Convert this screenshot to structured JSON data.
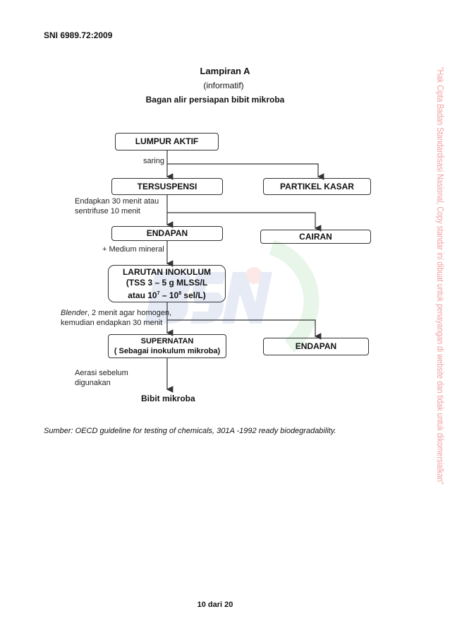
{
  "header": {
    "code": "SNI 6989.72:2009"
  },
  "title": {
    "appendix": "Lampiran A",
    "type": "(informatif)",
    "caption": "Bagan alir persiapan bibit mikroba"
  },
  "flow": {
    "lumpur": "LUMPUR AKTIF",
    "saring": "saring",
    "tersuspensi": "TERSUSPENSI",
    "partikel": "PARTIKEL KASAR",
    "endapkan_1": "Endapkan 30 menit atau",
    "endapkan_2": "sentrifuse 10 menit",
    "endapan1": "ENDAPAN",
    "cairan": "CAIRAN",
    "medium": "+ Medium mineral",
    "larutan_1": "LARUTAN INOKULUM",
    "larutan_2": "(TSS 3 – 5 g MLSS/L",
    "larutan_3a": "atau 10",
    "larutan_3_exp1": "7",
    "larutan_3b": " – 10",
    "larutan_3_exp2": "8",
    "larutan_3c": " sel/L)",
    "blender_em": "Blender",
    "blender_rest": ", 2 menit agar homogen,",
    "blender_2": "kemudian endapkan 30 menit",
    "supernatan_1": "SUPERNATAN",
    "supernatan_2": "( Sebagai inokulum mikroba)",
    "endapan2": "ENDAPAN",
    "aerasi_1": "Aerasi sebelum",
    "aerasi_2": "digunakan",
    "bibit": "Bibit mikroba"
  },
  "source": "Sumber: OECD guideline for testing of chemicals, 301A -1992  ready biodegradability.",
  "footer": {
    "page": "10 dari 20"
  },
  "watermark": {
    "text": "\"Hak Cipta Badan Standardisasi Nasional, Copy standar ini dibuat untuk penayangan di website dan tidak untuk dikomersialkan\"",
    "logo": "BSN",
    "color": "#f2a0a0"
  }
}
